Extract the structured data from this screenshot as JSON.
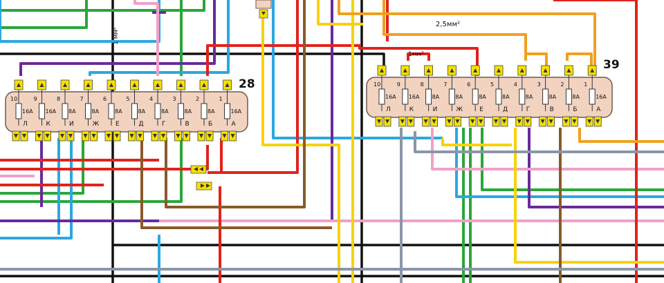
{
  "blocks": [
    {
      "id": "28",
      "number": "28",
      "fuses": [
        {
          "pos": "10",
          "rating": "16A",
          "letter": "Л"
        },
        {
          "pos": "9",
          "rating": "16A",
          "letter": "К"
        },
        {
          "pos": "8",
          "rating": "8A",
          "letter": "И"
        },
        {
          "pos": "7",
          "rating": "8A",
          "letter": "Ж"
        },
        {
          "pos": "6",
          "rating": "8A",
          "letter": "Е"
        },
        {
          "pos": "5",
          "rating": "8A",
          "letter": "Д"
        },
        {
          "pos": "4",
          "rating": "8A",
          "letter": "Г"
        },
        {
          "pos": "3",
          "rating": "8A",
          "letter": "В"
        },
        {
          "pos": "2",
          "rating": "8A",
          "letter": "Б"
        },
        {
          "pos": "1",
          "rating": "16A",
          "letter": "А"
        }
      ]
    },
    {
      "id": "39",
      "number": "39",
      "fuses": [
        {
          "pos": "10",
          "rating": "16A",
          "letter": "Л"
        },
        {
          "pos": "9",
          "rating": "16A",
          "letter": "К"
        },
        {
          "pos": "8",
          "rating": "8A",
          "letter": "И"
        },
        {
          "pos": "7",
          "rating": "8A",
          "letter": "Ж"
        },
        {
          "pos": "6",
          "rating": "8A",
          "letter": "Е"
        },
        {
          "pos": "5",
          "rating": "8A",
          "letter": "Д"
        },
        {
          "pos": "4",
          "rating": "8A",
          "letter": "Г"
        },
        {
          "pos": "3",
          "rating": "8A",
          "letter": "В"
        },
        {
          "pos": "2",
          "rating": "8A",
          "letter": "Б"
        },
        {
          "pos": "1",
          "rating": "16A",
          "letter": "А"
        }
      ]
    }
  ],
  "wire_labels": {
    "one_mm2": "1 мм²",
    "one_mm2_short": "1мм²",
    "two_five_mm2": "2,5мм²"
  },
  "colors": {
    "black": "#111111",
    "red": "#e0231c",
    "green": "#2aa63a",
    "blue": "#2aa8e0",
    "violet": "#6a2a9a",
    "pink": "#f0a0c8",
    "yellow": "#f6d20a",
    "orange": "#f0a020",
    "brown": "#8a5a2a",
    "gray": "#8a96a8",
    "block_fill": "#f2d3c0",
    "terminal": "#f6e000"
  }
}
